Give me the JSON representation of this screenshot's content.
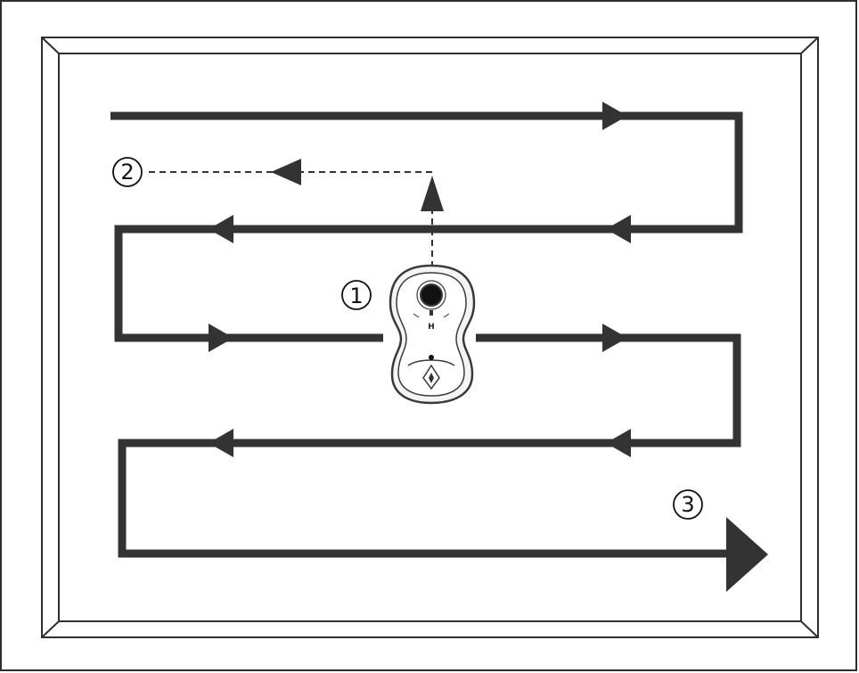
{
  "colors": {
    "background": "#ffffff",
    "frame_stroke": "#2f2f2f",
    "path": "#333333",
    "robot_body": "#f4f4f4",
    "robot_outline": "#3a3a3a"
  },
  "steps": [
    {
      "number": "1",
      "label": "①"
    },
    {
      "number": "2",
      "label": "②"
    },
    {
      "number": "3",
      "label": "③"
    }
  ],
  "icons": {
    "robot": "window-cleaning-robot-icon",
    "arrow": "direction-arrow-icon"
  }
}
